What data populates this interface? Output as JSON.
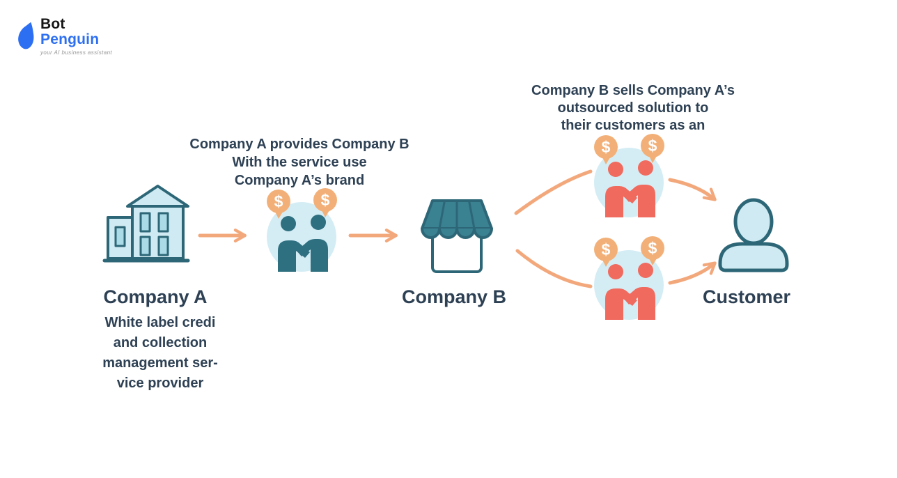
{
  "logo": {
    "brand_top": "Bot",
    "brand_bottom": "Penguin",
    "tagline": "your AI business assistant"
  },
  "annotations": {
    "provider_note": {
      "lines": [
        "Company A provides Company B",
        "With the service use",
        "Company A’s brand"
      ]
    },
    "reseller_note": {
      "lines": [
        "Company B sells Company A’s",
        "outsourced solution to",
        "their customers as an"
      ]
    }
  },
  "nodes": {
    "company_a": {
      "label": "Company A",
      "description_lines": [
        "White label credi",
        "and collection",
        "management ser-",
        "vice provider"
      ]
    },
    "company_b": {
      "label": "Company B"
    },
    "customer": {
      "label": "Customer"
    },
    "deal_ab": {
      "bubbles": [
        "$",
        "$"
      ]
    },
    "deal_customer_1": {
      "bubbles": [
        "$",
        "$"
      ]
    },
    "deal_customer_2": {
      "bubbles": [
        "$",
        "$"
      ]
    }
  },
  "colors": {
    "text_navy": "#2e4154",
    "accent_arrow": "#f3a87c",
    "bubble_orange": "#f2b078",
    "teal_dark": "#2d6777",
    "teal_mid": "#3a8191",
    "teal_person": "#2f7080",
    "coral_person": "#f06a5e",
    "light_blue_fill": "#cfeaf2",
    "deal_circle_bg": "#d4edf5",
    "window_fill": "#abdbe7",
    "logo_blue": "#2d6ff2",
    "logo_black": "#161616",
    "tagline_gray": "#979797",
    "background": "#ffffff"
  }
}
